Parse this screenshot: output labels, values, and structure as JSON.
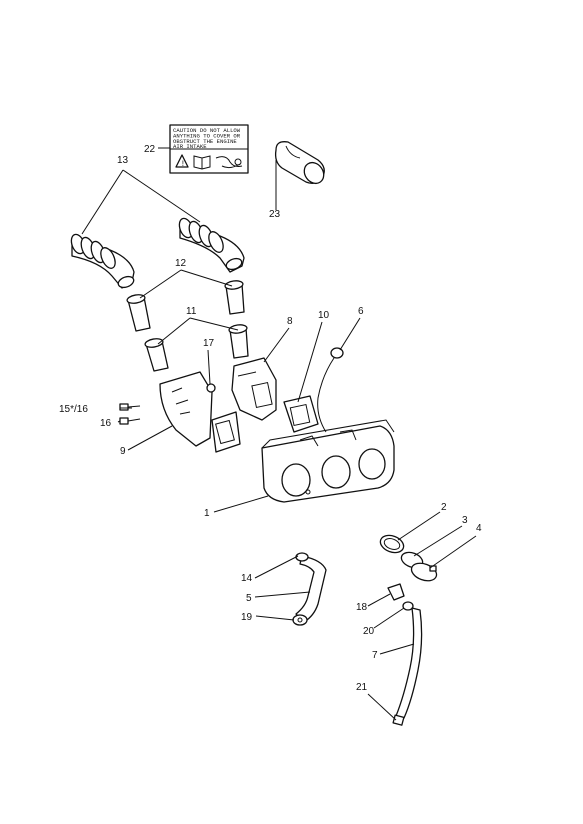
{
  "callouts": {
    "c1": "1",
    "c2": "2",
    "c3": "3",
    "c4": "4",
    "c5": "5",
    "c6": "6",
    "c7": "7",
    "c8": "8",
    "c9": "9",
    "c10": "10",
    "c11": "11",
    "c12": "12",
    "c13": "13",
    "c14": "14",
    "c15": "15*/16",
    "c16": "16",
    "c17": "17",
    "c18": "18",
    "c19": "19",
    "c20": "20",
    "c21": "21",
    "c22": "22",
    "c23": "23"
  },
  "caution_label": {
    "line1": "CAUTION DO NOT ALLOW",
    "line2": "ANYTHING TO COVER OR",
    "line3": "OBSTRUCT THE ENGINE",
    "line4": "AIR INTAKE"
  }
}
